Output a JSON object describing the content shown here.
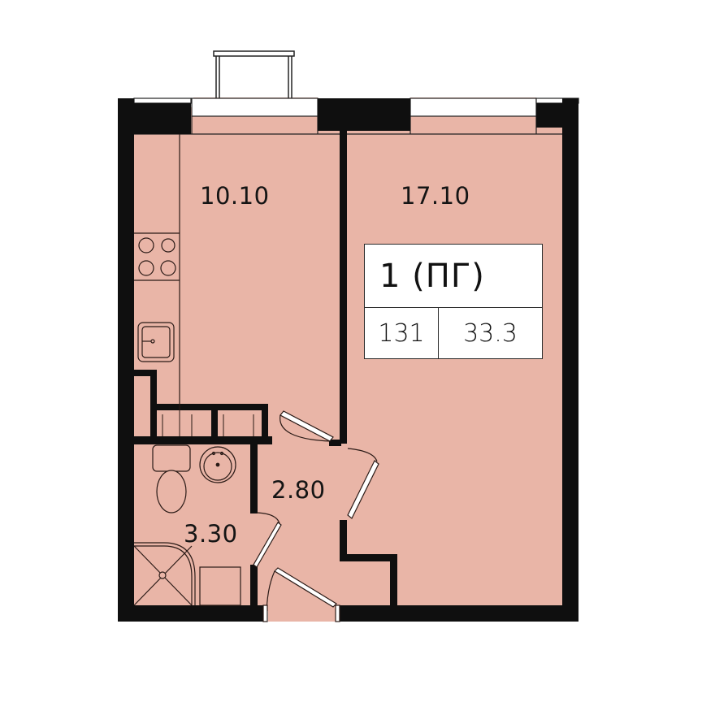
{
  "colors": {
    "floor": "#e9b5a7",
    "wall": "#0f0f0f",
    "background": "#ffffff",
    "line": "#2a1a16"
  },
  "rooms": [
    {
      "id": "kitchen",
      "area_label": "10.10"
    },
    {
      "id": "living-room",
      "area_label": "17.10"
    },
    {
      "id": "hallway",
      "area_label": "2.80"
    },
    {
      "id": "bathroom",
      "area_label": "3.30"
    }
  ],
  "info": {
    "apartment_type": "1 (ПГ)",
    "apartment_number": "131",
    "total_area": "33.3"
  },
  "fixtures": [
    "stove-icon",
    "kitchen-sink-icon",
    "toilet-icon",
    "washbasin-icon",
    "shower-icon",
    "washing-machine-icon",
    "balcony-icon",
    "entrance-door-icon"
  ]
}
